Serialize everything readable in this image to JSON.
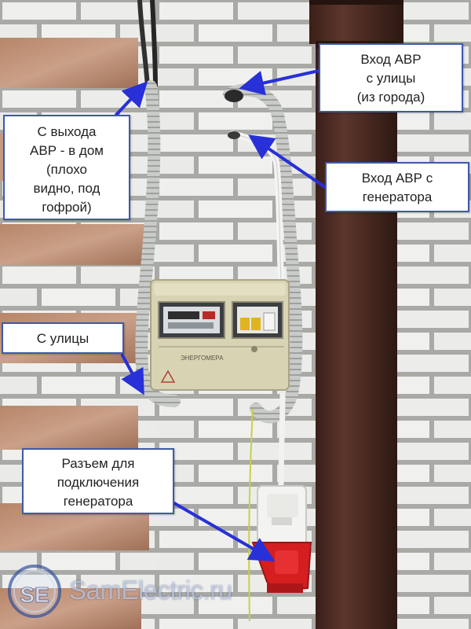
{
  "callouts": {
    "street_input": "Вход АВР\nс улицы\n(из города)",
    "output_home": "С выхода\nАВР - в дом\n(плохо\nвидно, под\nгофрой)",
    "generator_input": "Вход АВР с\nгенератора",
    "from_street": "С улицы",
    "generator_socket": "Разъем для\nподключения\nгенератора"
  },
  "meter": {
    "brand": "ЭНЕРГОМЕРА"
  },
  "watermark": {
    "logo_text": "SE",
    "site": "SamElectric.ru"
  },
  "colors": {
    "callout_border": "#3e5aa8",
    "arrow": "#2830d8",
    "brick": "#eeeeec",
    "mortar": "#a7a7a3",
    "downpipe": "#4a2a22",
    "enclosure": "#d9d4b4",
    "socket_red": "#d41e20"
  }
}
